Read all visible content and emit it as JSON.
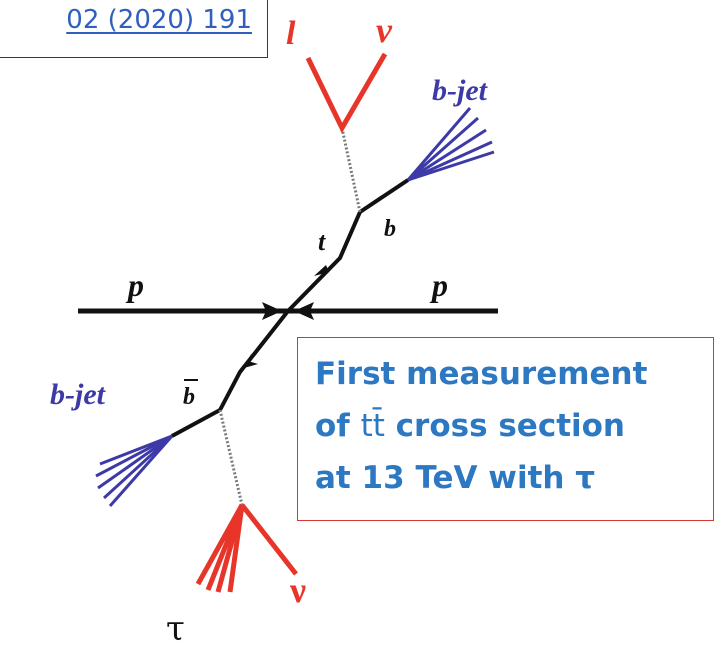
{
  "reference": {
    "text": "02 (2020) 191"
  },
  "diagram": {
    "labels": {
      "lepton": "l",
      "neutrino_top": "ν",
      "bjet_top": "b-jet",
      "bquark_top": "b",
      "top_quark": "t",
      "proton_left": "p",
      "proton_right": "p",
      "bjet_bottom": "b-jet",
      "antibquark": "b",
      "neutrino_bottom": "ν",
      "tau": "τ"
    },
    "colors": {
      "lepton": "#e8352a",
      "jet": "#3d3aa8",
      "line": "#111111",
      "w_boson": "#7a7a7a"
    }
  },
  "note": {
    "line1": "First measurement",
    "line2_prefix": "of ",
    "line2_tt": "tt̄",
    "line2_suffix": " cross section",
    "line3": "at 13 TeV with τ",
    "text_color": "#2d78c2",
    "border_color": "#d23a2e"
  }
}
